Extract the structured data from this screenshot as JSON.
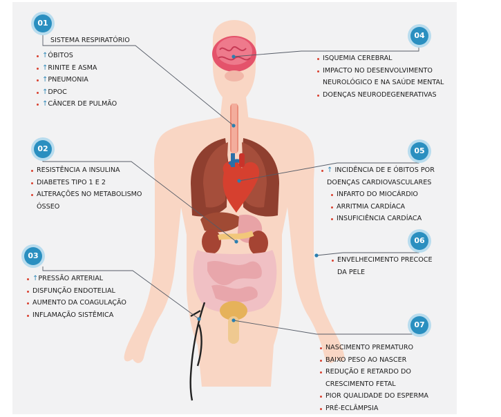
{
  "colors": {
    "badge": "#2a8fc0",
    "badge_ring": "#b8dcee",
    "bullet": "#d9402f",
    "arrow": "#2e86b6",
    "body": "#f9d6c4",
    "connector": "#2a7fb0"
  },
  "icons": {
    "increase": "arrow-up-icon",
    "bullet": "bullet-dot-icon"
  },
  "sections": [
    {
      "number": "01",
      "title": "SISTEMA RESPIRATÓRIO",
      "items": [
        {
          "arrow": "↑",
          "text": "ÓBITOS"
        },
        {
          "arrow": "↑",
          "text": "RINITE E ASMA"
        },
        {
          "arrow": "↑",
          "text": "PNEUMONIA"
        },
        {
          "arrow": "↑",
          "text": "DPOC"
        },
        {
          "arrow": "↑",
          "text": "CÂNCER DE PULMÃO"
        }
      ]
    },
    {
      "number": "02",
      "items": [
        {
          "text": "RESISTÊNCIA A INSULINA"
        },
        {
          "text": "DIABETES TIPO 1 E 2"
        },
        {
          "text": "ALTERAÇÕES NO METABOLISMO"
        },
        {
          "text": "ÓSSEO"
        }
      ]
    },
    {
      "number": "03",
      "items": [
        {
          "arrow": "↑",
          "text": "PRESSÃO ARTERIAL"
        },
        {
          "text": "DISFUNÇÃO ENDOTELIAL"
        },
        {
          "text": "AUMENTO DA COAGULAÇÃO"
        },
        {
          "text": "INFLAMAÇÃO SISTÊMICA"
        }
      ]
    },
    {
      "number": "04",
      "items": [
        {
          "text": "ISQUEMIA CEREBRAL"
        },
        {
          "text": "IMPACTO NO DESENVOLVIMENTO NEUROLÓGICO E NA SAÚDE MENTAL"
        },
        {
          "text": "DOENÇAS NEURODEGENERATIVAS"
        }
      ]
    },
    {
      "number": "05",
      "items": [
        {
          "arrow": "↑",
          "text": " INCIDÊNCIA DE E ÓBITOS POR DOENÇAS CARDIOVASCULARES"
        },
        {
          "text": "INFARTO DO MIOCÁRDIO"
        },
        {
          "text": "ARRITMIA CARDÍACA"
        },
        {
          "text": "INSUFICIÊNCIA CARDÍACA"
        }
      ]
    },
    {
      "number": "06",
      "items": [
        {
          "text": "ENVELHECIMENTO PRECOCE DA PELE"
        }
      ]
    },
    {
      "number": "07",
      "items": [
        {
          "text": "NASCIMENTO PREMATURO"
        },
        {
          "text": "BAIXO PESO AO NASCER"
        },
        {
          "text": "REDUÇÃO E RETARDO DO CRESCIMENTO FETAL"
        },
        {
          "text": "PIOR QUALIDADE DO ESPERMA"
        },
        {
          "text": "PRÉ-ECLÂMPSIA"
        }
      ]
    }
  ]
}
